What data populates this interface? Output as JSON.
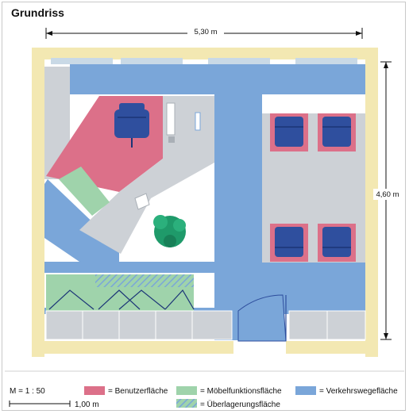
{
  "title": "Grundriss",
  "dimensions": {
    "width_label": "5,30 m",
    "height_label": "4,60 m"
  },
  "scale": {
    "ratio_label": "M = 1 : 50",
    "bar_label": "1,00 m"
  },
  "legend": [
    {
      "key": "benutzer",
      "label": "= Benutzerfläche",
      "color": "#dc7089"
    },
    {
      "key": "moebel",
      "label": "= Möbelfunktionsfläche",
      "color": "#9fd3ab"
    },
    {
      "key": "verkehr",
      "label": "= Verkehrswegefläche",
      "color": "#7aa6d9"
    },
    {
      "key": "ueberlagerung",
      "label": "= Überlagerungsfläche",
      "color": "#9fd3ab"
    }
  ],
  "colors": {
    "wall": "#f3e8b2",
    "window": "#c9d9e6",
    "furniture": "#cdd1d6",
    "chair": "#2f4f9e",
    "plant": "#1f9a6a"
  }
}
